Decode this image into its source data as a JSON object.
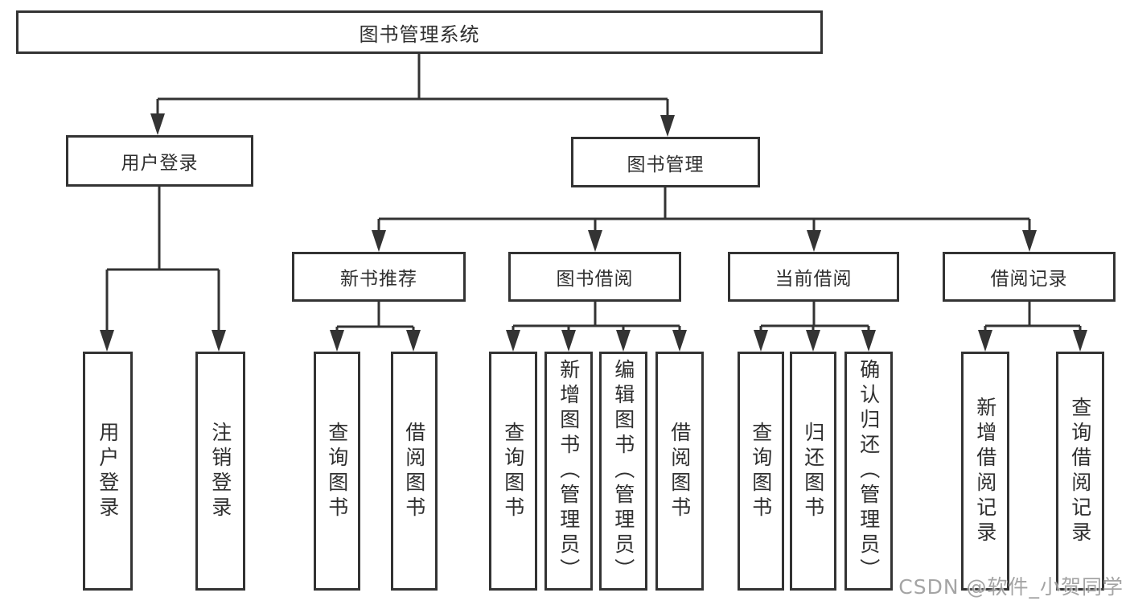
{
  "tree": {
    "root": {
      "label": "图书管理系统"
    },
    "branches": [
      {
        "label": "用户登录",
        "children": [
          {
            "label": "用户登录"
          },
          {
            "label": "注销登录"
          }
        ]
      },
      {
        "label": "图书管理",
        "children": [
          {
            "label": "新书推荐",
            "children": [
              {
                "label": "查询图书"
              },
              {
                "label": "借阅图书"
              }
            ]
          },
          {
            "label": "图书借阅",
            "children": [
              {
                "label": "查询图书"
              },
              {
                "label": "新增图书（管理员）"
              },
              {
                "label": "编辑图书（管理员）"
              },
              {
                "label": "借阅图书"
              }
            ]
          },
          {
            "label": "当前借阅",
            "children": [
              {
                "label": "查询图书"
              },
              {
                "label": "归还图书"
              },
              {
                "label": "确认归还（管理员）"
              }
            ]
          },
          {
            "label": "借阅记录",
            "children": [
              {
                "label": "新增借阅记录"
              },
              {
                "label": "查询借阅记录"
              }
            ]
          }
        ]
      }
    ]
  },
  "watermark": {
    "text": "CSDN @软件_小贺同学"
  },
  "colors": {
    "line": "#333333",
    "text": "#2f2f2f",
    "background": "#ffffff",
    "watermark": "#9b9b9b"
  }
}
